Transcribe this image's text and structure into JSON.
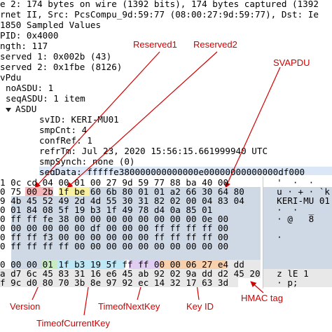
{
  "tree": {
    "lines": [
      "e 2: 174 bytes on wire (1392 bits), 174 bytes captured (1392",
      "rnet II, Src: PcsCompu_9d:59:77 (08:00:27:9d:59:77), Dst: Ie",
      "1850 Sampled Values",
      "PID: 0x4000",
      "ngth: 117",
      "served 1: 0x002b (43)",
      "served 2: 0x1fbe (8126)",
      "vPdu",
      "noASDU: 1",
      "seqASDU: 1 item",
      "ASDU",
      "svID: KERI-MU01",
      "smpCnt: 4",
      "confRef: 1",
      "refrTm: Jul 23, 2020 15:56:15.661999940 UTC",
      "smpSynch: none (0)",
      "seqData: fffffe380000000000000e00000000000000df000"
    ]
  },
  "hex": {
    "rows": [
      "1 0c cd 04 00 01 00 27 9d 59 77 88 ba 40 00",
      "0 75 00 2b 1f be 60 6b 80 01 01 a2 66 30 64 80",
      "9 4b 45 52 49 2d 4d 55 30 31 82 02 00 04 83 04",
      "0 01 84 08 5f 19 b3 1f 49 78 d4 0a 85 01",
      "0 ff ff fe 38 00 00 00 00 00 00 00 00 0e 00",
      "0 00 00 00 00 00 df 00 00 00 ff ff ff ff 00",
      "0 ff ff f3 00 00 00 00 00 00 ff ff ff ff 00",
      "0 ff ff ff ff 00 00 00 00 00 00 00 00 00 00",
      "0 00 00 01 1f b3 19 5f ff ff 00 00 06 27 e4 dd",
      "a d7 6c 45 83 31 16 e6 45 ab 92 02 9a dd d2 45 20",
      "f 9c d0 80 70 3b 8e 97 92 ec 14 32 17 63 3d"
    ],
    "ascii": [
      "  '  ·  ·",
      "  u · + · `k",
      "  KERI-MU 01",
      "  ·  ·  _",
      "  · @   8",
      "",
      "  ·",
      "",
      "",
      "  z lE 1",
      "  · p;"
    ]
  },
  "annotations": {
    "reserved1": "Reserved1",
    "reserved2": "Reserved2",
    "svapdu": "SVAPDU",
    "version": "Version",
    "time_of_next_key": "TimeofNextKey",
    "key_id": "Key ID",
    "hmac_tag": "HMAC tag",
    "time_of_current_key": "TimeofCurrentKey"
  },
  "colors": {
    "annotation": "#d40000",
    "selection": "#cfd9e6",
    "reserved_hl": "#f4b6b6",
    "reserved2_hl": "#f7f0a0",
    "version_hl": "#c6ecc0",
    "current_key_hl": "#bfe8f6",
    "next_key_hl": "#e2cdf2",
    "key_id_hl": "#f8d0ac"
  }
}
